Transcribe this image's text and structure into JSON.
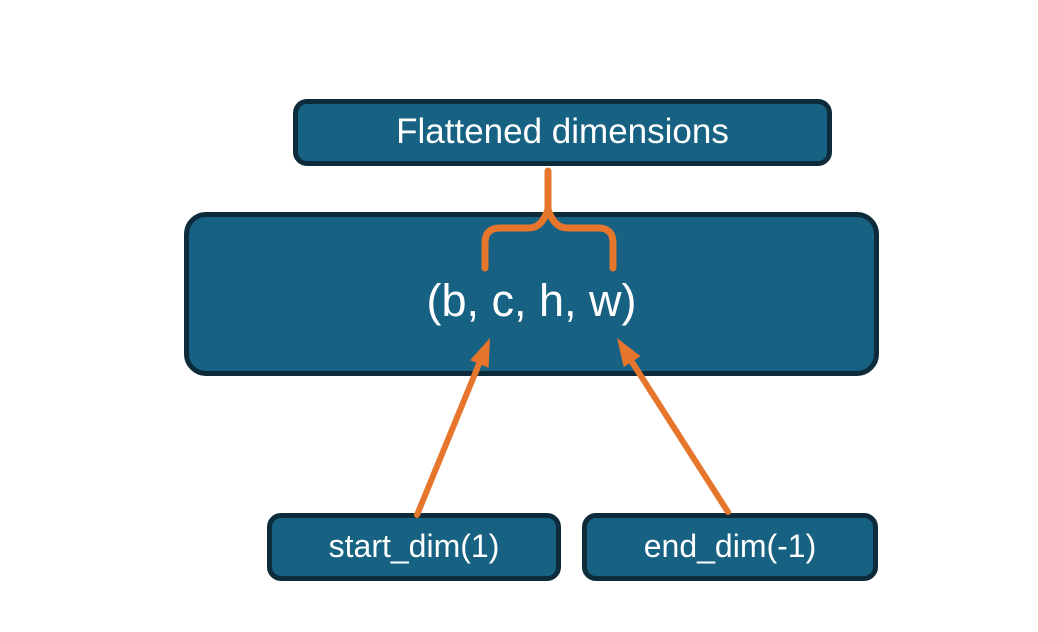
{
  "colors": {
    "node_fill": "#176282",
    "node_border": "#0d2b3a",
    "connector": "#e7762d",
    "text": "#ffffff",
    "background": "#ffffff"
  },
  "diagram": {
    "title_node": "Flattened dimensions",
    "tensor_node": "(b, c, h, w)",
    "start_node": "start_dim(1)",
    "end_node": "end_dim(-1)"
  }
}
